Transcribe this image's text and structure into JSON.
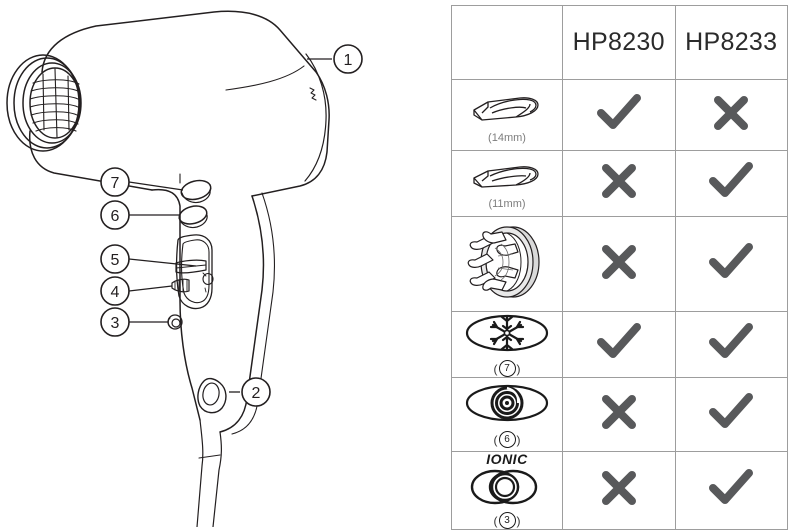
{
  "document": {
    "type": "hair-dryer-parts-and-model-comparison",
    "product_family": "Hair dryer"
  },
  "diagram": {
    "name": "hair-dryer-exploded-callouts",
    "description": "Line drawing of a hair dryer with numbered callouts",
    "callouts": [
      {
        "id": "1",
        "label": "1",
        "part": "air-inlet-grille-rear"
      },
      {
        "id": "2",
        "label": "2",
        "part": "hanging-loop"
      },
      {
        "id": "3",
        "label": "3",
        "part": "ionic-button"
      },
      {
        "id": "4",
        "label": "4",
        "part": "airflow-slider"
      },
      {
        "id": "5",
        "label": "5",
        "part": "temperature-slider"
      },
      {
        "id": "6",
        "label": "6",
        "part": "thermoprotect-button"
      },
      {
        "id": "7",
        "label": "7",
        "part": "cool-shot-button"
      }
    ]
  },
  "table": {
    "name": "model-feature-comparison",
    "columns": [
      {
        "key": "feature",
        "label": ""
      },
      {
        "key": "hp8230",
        "label": "HP8230"
      },
      {
        "key": "hp8233",
        "label": "HP8233"
      }
    ],
    "rows": [
      {
        "feature_icon": "concentrator-nozzle-icon",
        "feature_label": "(14mm)",
        "feature_type": "size",
        "hp8230": "check",
        "hp8233": "cross"
      },
      {
        "feature_icon": "concentrator-nozzle-icon",
        "feature_label": "(11mm)",
        "feature_type": "size",
        "hp8230": "cross",
        "hp8233": "check"
      },
      {
        "feature_icon": "diffuser-icon",
        "feature_label": "",
        "feature_type": "none",
        "hp8230": "cross",
        "hp8233": "check"
      },
      {
        "feature_icon": "snowflake-cool-shot-icon",
        "feature_label": "7",
        "feature_type": "ref",
        "hp8230": "check",
        "hp8233": "check"
      },
      {
        "feature_icon": "spiral-thermoprotect-icon",
        "feature_label": "6",
        "feature_type": "ref",
        "hp8230": "cross",
        "hp8233": "check"
      },
      {
        "feature_icon": "ionic-icon",
        "feature_word": "IONIC",
        "feature_label": "3",
        "feature_type": "ref",
        "hp8230": "cross",
        "hp8233": "check"
      }
    ]
  },
  "colors": {
    "header_gray": "#8c8c8c",
    "grid_line": "#9d9d9d",
    "mark_dark": "#58595b",
    "ink": "#231f20",
    "size_text": "#7d7d7d"
  },
  "marks": {
    "check": "✔",
    "cross": "✖"
  }
}
